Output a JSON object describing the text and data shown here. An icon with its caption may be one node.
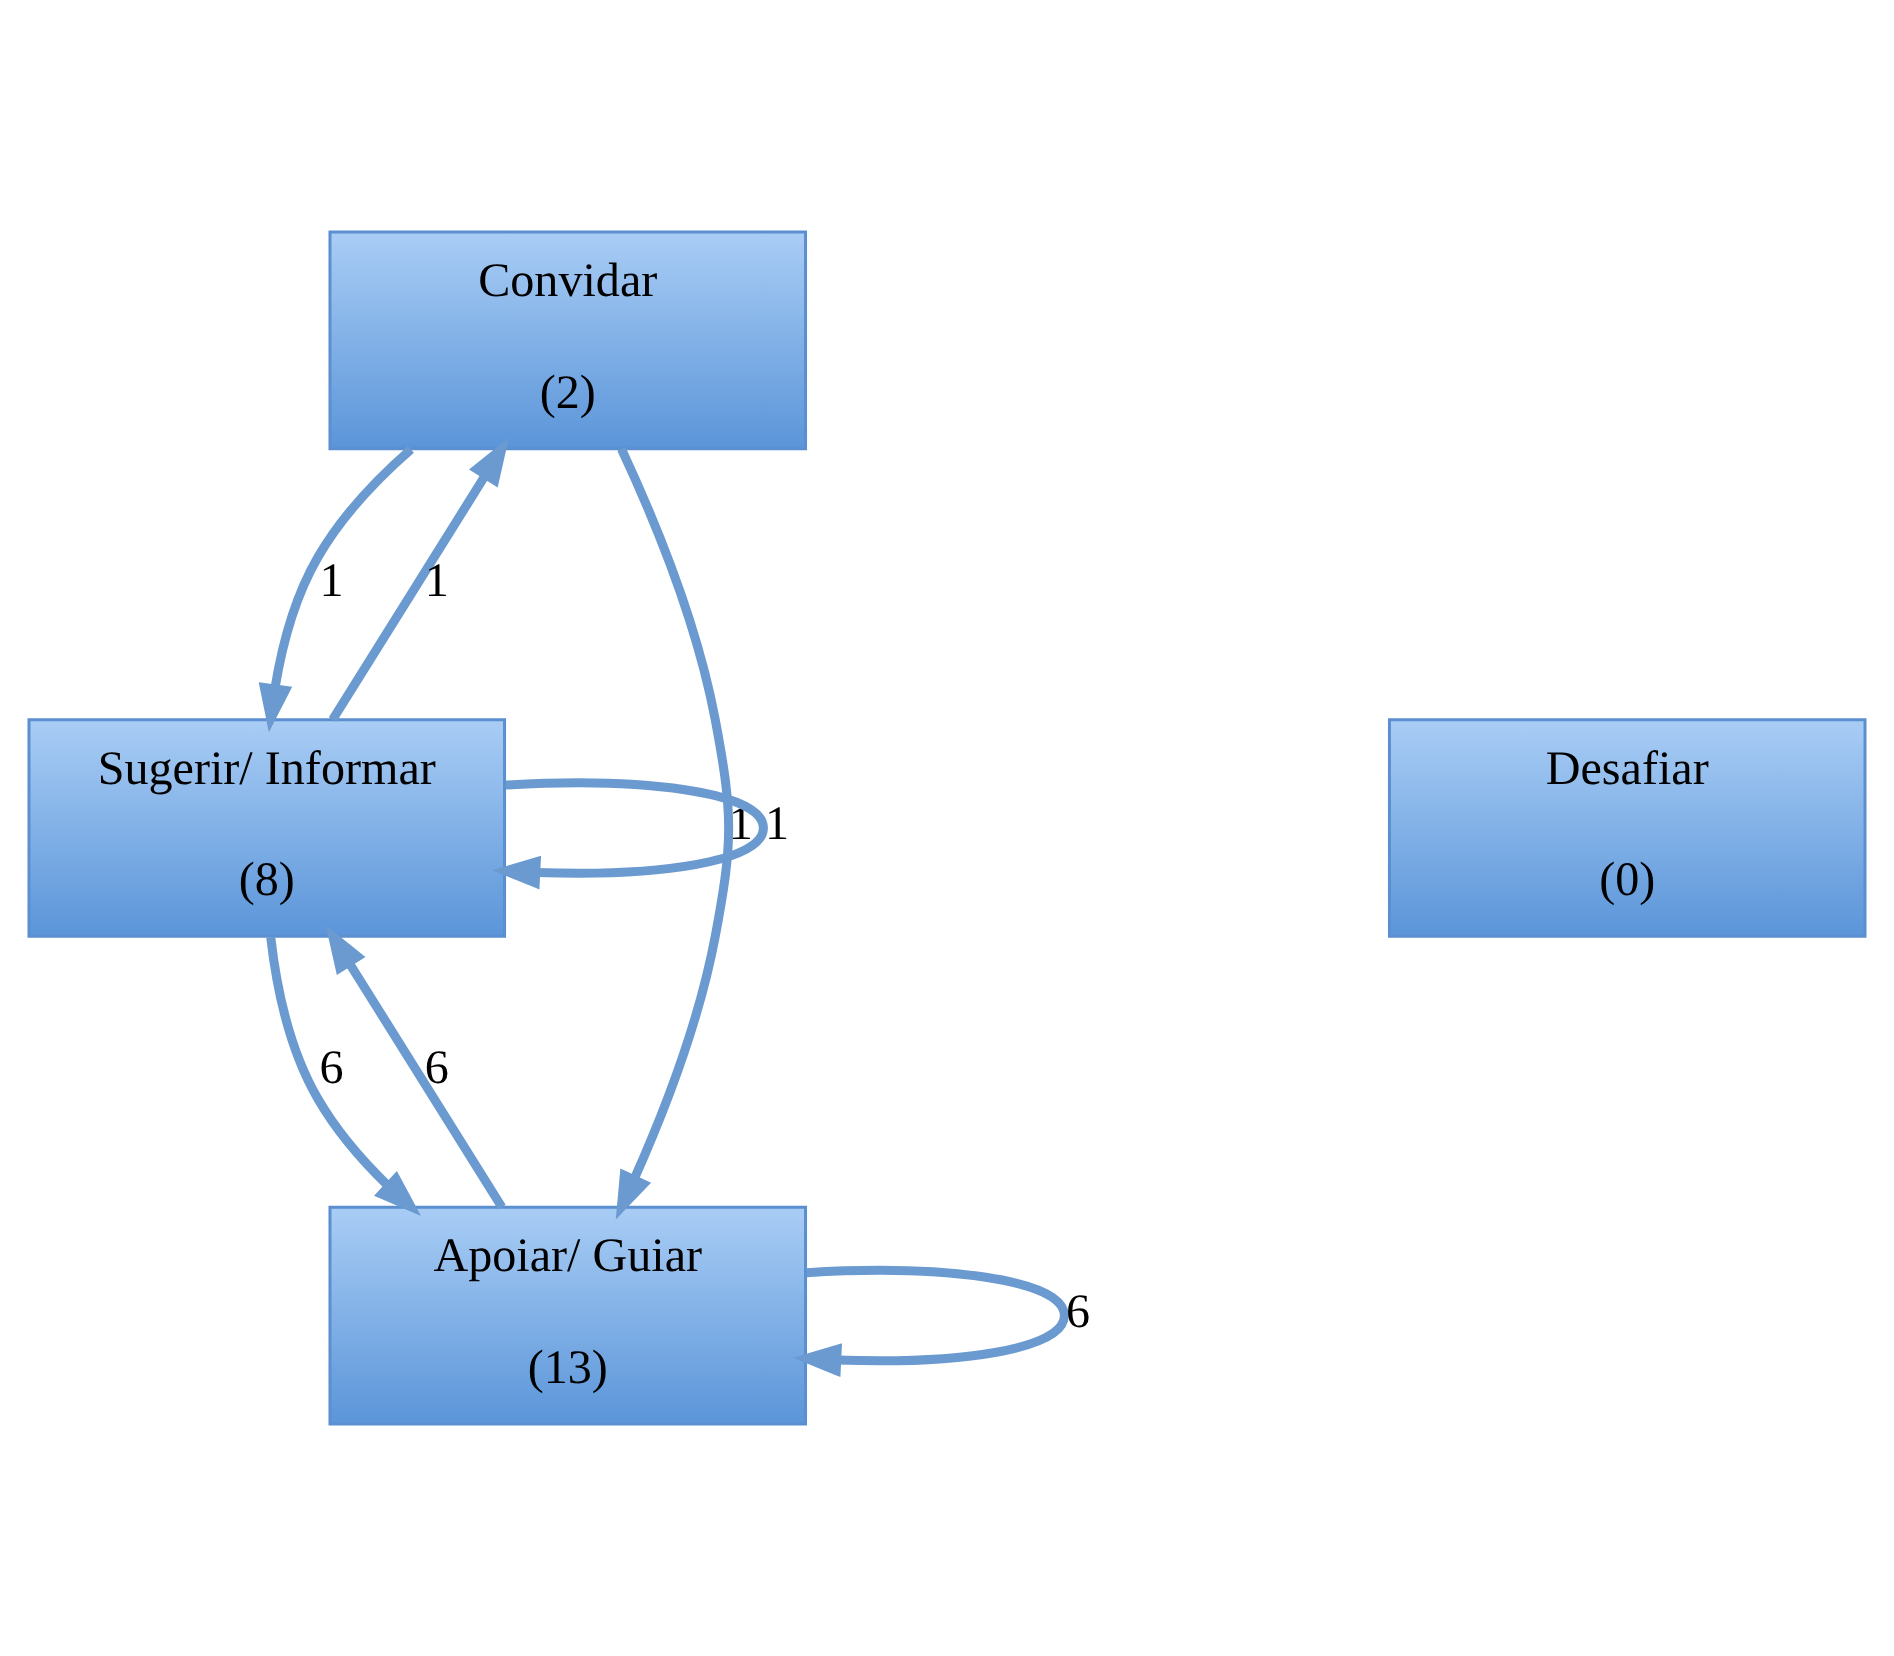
{
  "diagram": {
    "nodes": [
      {
        "text": [
          "Convidar",
          "(2)"
        ]
      },
      {
        "text": [
          "Sugerir/ Informar",
          "(8)"
        ]
      },
      {
        "text": [
          "Desafiar",
          "(0)"
        ]
      },
      {
        "text": [
          "Apoiar/ Guiar",
          "(13)"
        ]
      }
    ],
    "edges": [
      {
        "from": 1,
        "to": 0,
        "arrow": "to",
        "label": "1"
      },
      {
        "from": 0,
        "to": 1,
        "arrow": "to",
        "label": "1"
      },
      {
        "from": 1,
        "to": 1,
        "arrow": "to",
        "label": "1"
      },
      {
        "from": 0,
        "to": 3,
        "arrow": "to",
        "label": "1"
      },
      {
        "from": 3,
        "to": 1,
        "arrow": "to",
        "label": "6"
      },
      {
        "from": 1,
        "to": 3,
        "arrow": "to",
        "label": "6"
      },
      {
        "from": 3,
        "to": 3,
        "arrow": "to",
        "label": "6"
      }
    ]
  }
}
